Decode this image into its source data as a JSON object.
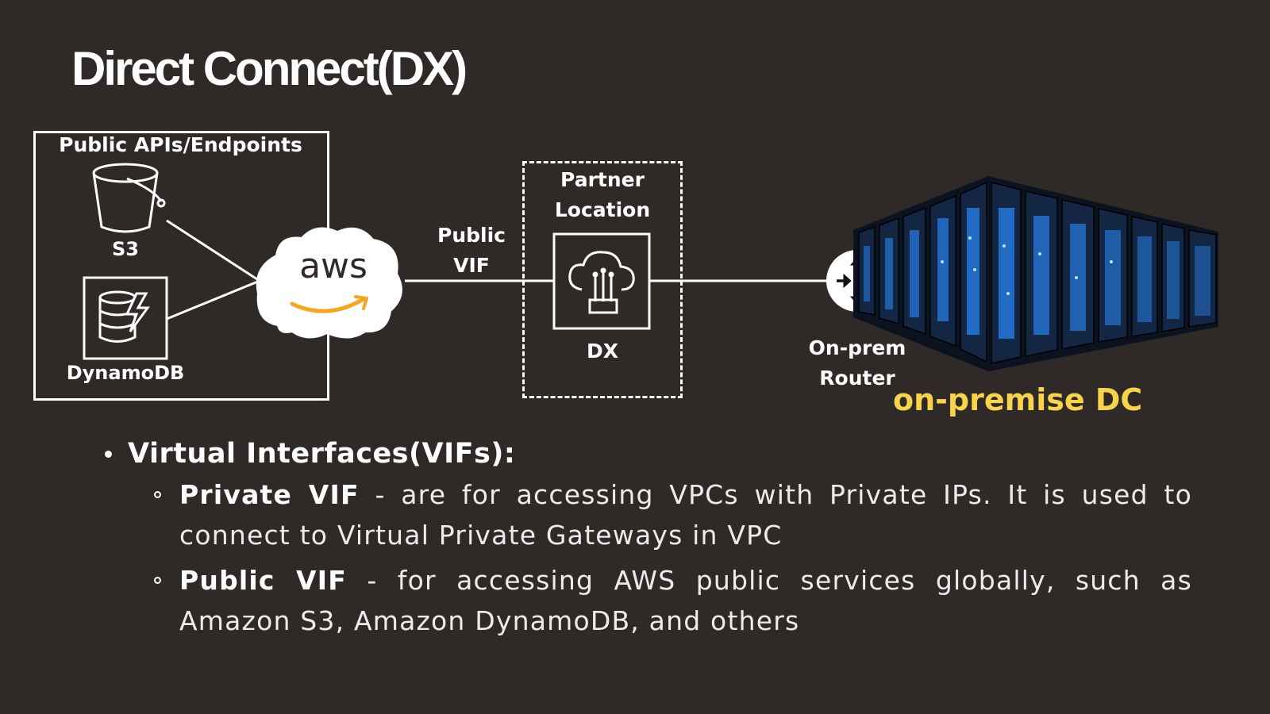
{
  "title": "Direct Connect(DX)",
  "public_apis": {
    "heading": "Public APIs/Endpoints",
    "s3_label": "S3",
    "dynamodb_label": "DynamoDB"
  },
  "aws_label": "aws",
  "public_vif_label": [
    "Public",
    "VIF"
  ],
  "partner": {
    "heading": [
      "Partner",
      "Location"
    ],
    "dx_label": "DX"
  },
  "router_label": [
    "On-prem",
    "Router"
  ],
  "dc_label": "on-premise DC",
  "colors": {
    "background": "#2f2a28",
    "accent_yellow": "#f7d44a",
    "aws_orange": "#f7a51c",
    "server_blue": "#2a8cff"
  },
  "bullets": {
    "heading": "Virtual Interfaces(VIFs):",
    "items": [
      {
        "term": "Private VIF",
        "text": " - are for accessing VPCs with Private IPs. It is used to connect to Virtual Private Gateways in VPC"
      },
      {
        "term": "Public VIF",
        "text": " - for accessing AWS public services globally, such as Amazon S3, Amazon DynamoDB, and others"
      }
    ]
  }
}
